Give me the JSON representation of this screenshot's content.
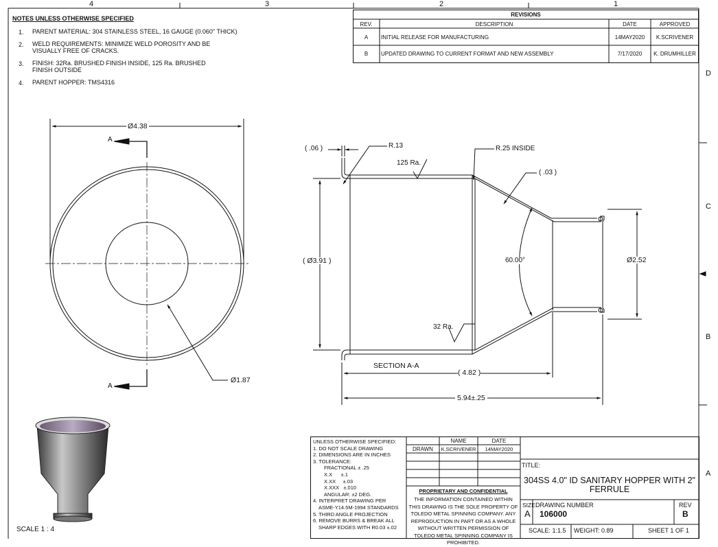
{
  "zones": {
    "top": [
      "4",
      "3",
      "2",
      "1"
    ],
    "right": [
      "D",
      "C",
      "B",
      "A"
    ]
  },
  "notes": {
    "title": "NOTES UNLESS OTHERWISE SPECIFIED",
    "items": [
      {
        "num": "1.",
        "text": "PARENT MATERIAL: 304 STAINLESS STEEL, 16 GAUGE (0.060\" THICK)"
      },
      {
        "num": "2.",
        "text": "WELD REQUIREMENTS: MINIMIZE WELD POROSITY AND BE VISUALLY FREE OF CRACKS."
      },
      {
        "num": "3.",
        "text": "FINISH: 32Ra. BRUSHED FINISH INSIDE, 125 Ra. BRUSHED FINISH OUTSIDE"
      },
      {
        "num": "4.",
        "text": "PARENT HOPPER: TMS4316"
      }
    ]
  },
  "revisions": {
    "title": "REVISIONS",
    "headers": [
      "REV.",
      "DESCRIPTION",
      "DATE",
      "APPROVED"
    ],
    "rows": [
      {
        "rev": "A",
        "description": "INITIAL RELEASE FOR MANUFACTURING",
        "date": "14MAY2020",
        "approved": "K.SCRIVENER"
      },
      {
        "rev": "B",
        "description": "UPDATED DRAWING TO CURRENT FORMAT AND NEW ASSEMBLY",
        "date": "7/17/2020",
        "approved": "K. DRUMHILLER"
      }
    ]
  },
  "top_view": {
    "dia_outer": "Ø4.38",
    "dia_inner": "Ø1.87",
    "section_mark_top": "A",
    "section_mark_bottom": "A"
  },
  "section_view": {
    "dim_thickness": ".06",
    "radius_small": "R.13",
    "finish_outside": "125 Ra.",
    "radius_inside": "R.25 INSIDE",
    "dim_03": ".03",
    "dia_body": "Ø3.91",
    "angle": "60.00°",
    "dia_ferrule": "Ø2.52",
    "finish_inside": "32 Ra.",
    "label": "SECTION A-A",
    "len_cone": "4.82",
    "len_total": "5.94±.25"
  },
  "iso_scale": "SCALE 1 : 4",
  "title_block": {
    "spec_lines": [
      "UNLESS OTHERWISE SPECIFIED:",
      "1. DO NOT SCALE DRAWING",
      "2. DIMENSIONS ARE IN INCHES",
      "3. TOLERANCE:",
      "FRACTIONAL ± .25",
      "X.X      ±.1",
      "X.XX     ±.03",
      "X.XXX   ±.010",
      "ANGULAR: ±2 DEG.",
      "4. INTERPRET DRAWING PER",
      "ASME-Y14.5M-1994 STANDARDS",
      "5. THIRD ANGLE PROJECTION",
      "6. REMOVE BURRS & BREAK ALL",
      "SHARP EDGES WITH R0.03 ±.02"
    ],
    "name_header": "NAME",
    "date_header": "DATE",
    "drawn_label": "DRAWN",
    "drawn_name": "K.SCRIVENER",
    "drawn_date": "14MAY2020",
    "proprietary_title": "PROPRIETARY AND CONFIDENTIAL",
    "proprietary_text": "THE INFORMATION CONTAINED WITHIN THIS DRAWING IS THE SOLE PROPERTY OF TOLEDO METAL SPINNING COMPANY. ANY REPRODUCTION IN PART OR AS A WHOLE WITHOUT WRITTEN PERMISSION OF TOLEDO METAL SPINNING COMPANY IS PROHIBITED.",
    "title_label": "TITLE:",
    "title": "304SS 4.0\" ID SANITARY HOPPER WITH 2\" FERRULE",
    "size_label": "SIZE",
    "size": "A",
    "drawing_number_label": "DRAWING NUMBER",
    "drawing_number": "106000",
    "rev_label": "REV",
    "rev": "B",
    "scale": "SCALE: 1:1.5",
    "weight": "WEIGHT: 0.89",
    "sheet": "SHEET 1 OF 1"
  },
  "colors": {
    "line": "#111111",
    "steel_dark": "#3a3a3a",
    "steel_light": "#c8c8c8"
  }
}
